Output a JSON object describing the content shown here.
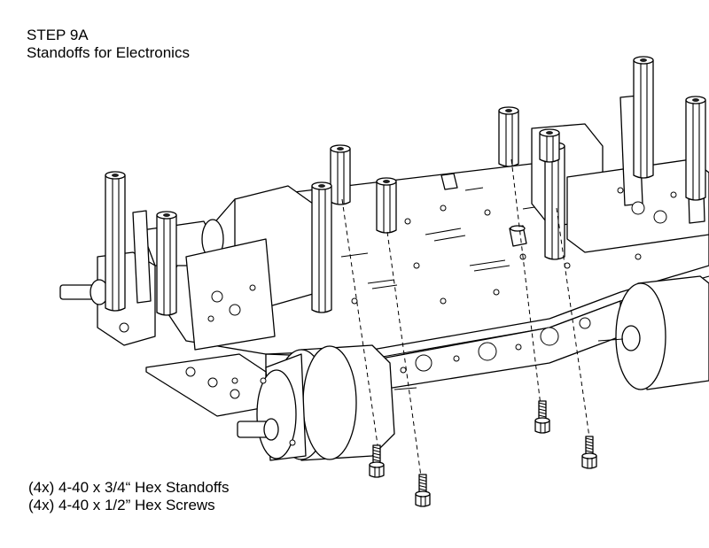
{
  "header": {
    "step": "STEP 9A",
    "subtitle": "Standoffs for Electronics"
  },
  "parts_list": [
    "(4x) 4-40 x 3/4“ Hex Standoffs",
    "(4x) 4-40 x 1/2” Hex Screws"
  ],
  "components": {
    "chassis": "robot-chassis-assembly",
    "standoff_icon": "hex-standoff-icon",
    "screw_icon": "hex-screw-icon",
    "motor_icon": "gear-motor-icon"
  },
  "colors": {
    "line": "#000000",
    "background": "#ffffff"
  }
}
